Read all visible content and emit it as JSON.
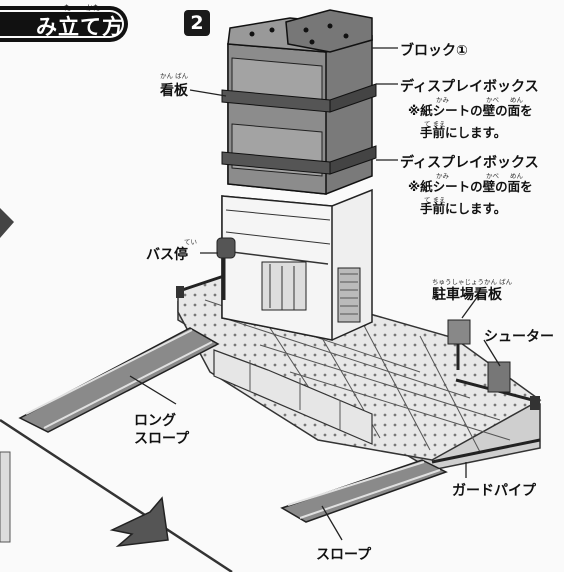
{
  "heading": {
    "title": "組み立て方",
    "visible_title": "み立て方",
    "ruby_tate": "た",
    "ruby_kata": "かた"
  },
  "step": {
    "number": "2"
  },
  "labels": {
    "block": "ブロック①",
    "display_box_1": "ディスプレイボックス",
    "note_line1": "※紙シートの壁の面を",
    "note_line2": "手前にします。",
    "display_box_2": "ディスプレイボックス",
    "note2_line1": "※紙シートの壁の面を",
    "note2_line2": "手前にします。",
    "signboard": "看板",
    "bus_stop": "バス停",
    "parking_sign": "駐車場看板",
    "shooter": "シューター",
    "long_slope_1": "ロング",
    "long_slope_2": "スロープ",
    "guard_pipe": "ガードパイプ",
    "slope": "スロープ"
  },
  "furigana": {
    "kanban": "かん ばん",
    "kami": "かみ",
    "kabe": "かべ",
    "men": "めん",
    "temae": "て まえ",
    "tei": "てい",
    "chusha": "ちゅうしゃじょうかん ばん"
  },
  "colors": {
    "ink": "#111111",
    "paper": "#fafafa",
    "gray": "#8a8a8a",
    "mid": "#b5b5b5"
  }
}
